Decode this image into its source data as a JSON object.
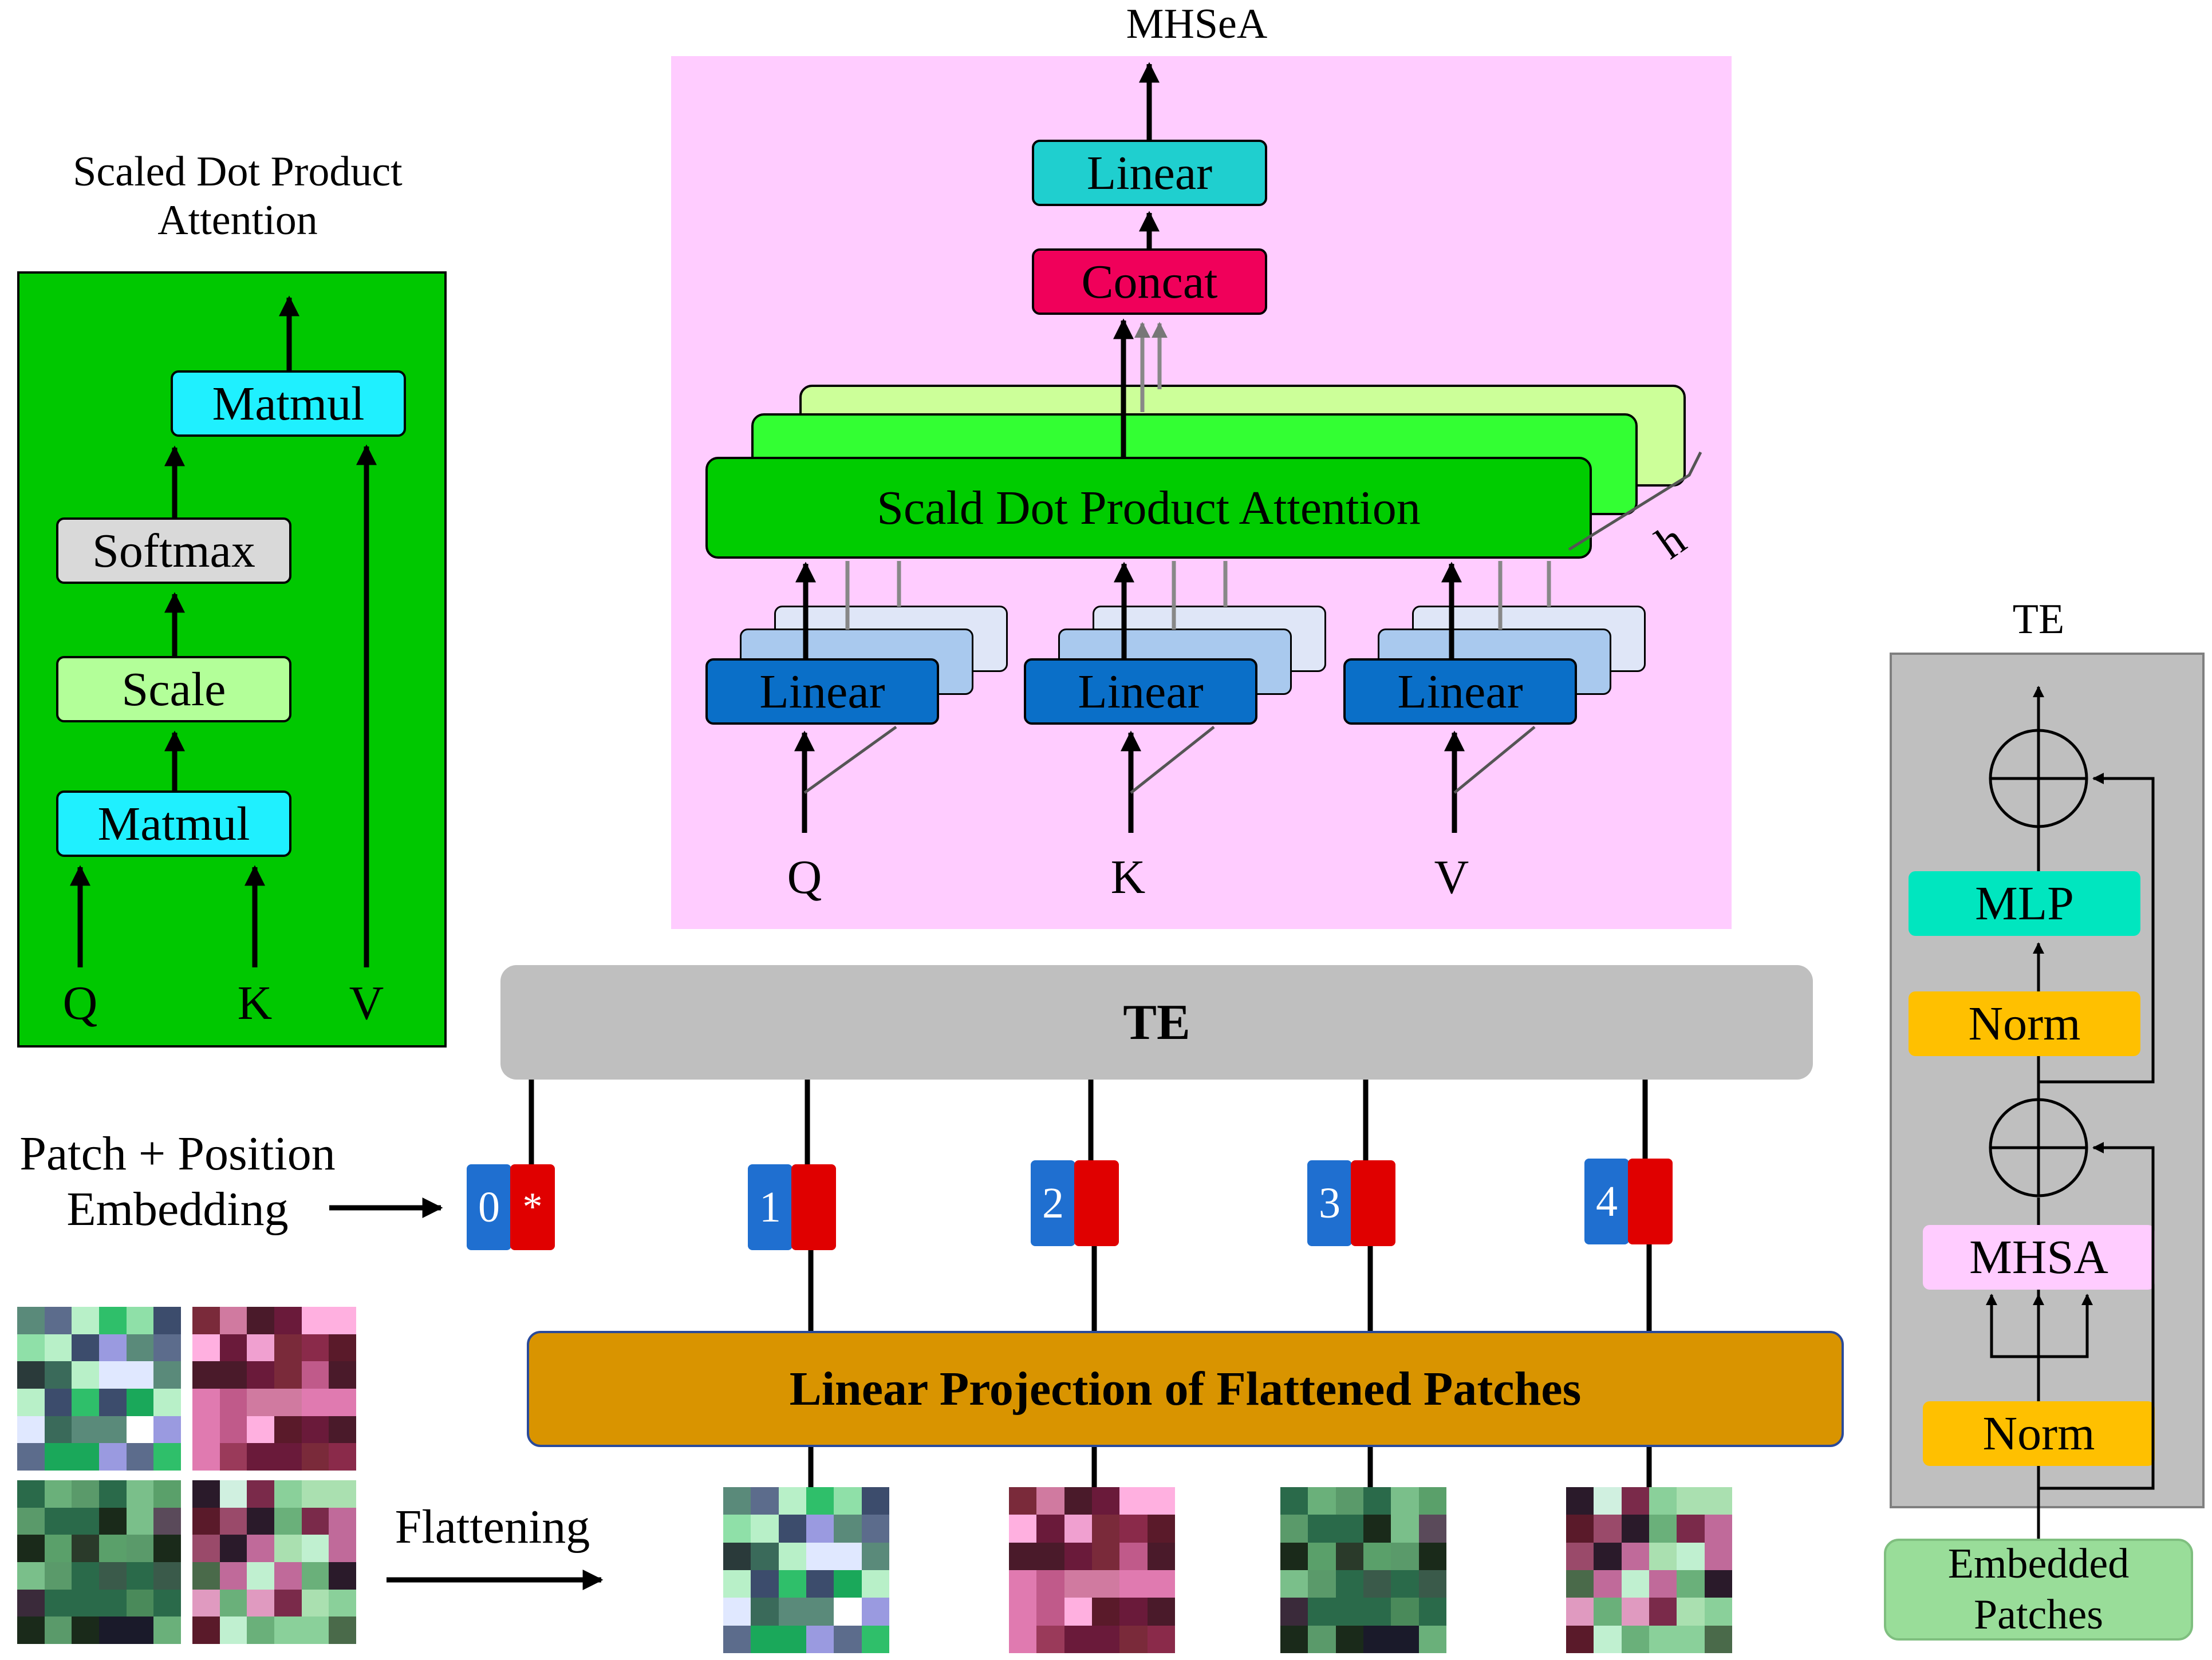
{
  "sdpa": {
    "title_line1": "Scaled Dot Product",
    "title_line2": "Attention",
    "matmul_top": "Matmul",
    "softmax": "Softmax",
    "scale": "Scale",
    "matmul_bottom": "Matmul",
    "q": "Q",
    "k": "K",
    "v": "V"
  },
  "mhsea": {
    "title": "MHSeA",
    "linear_out": "Linear",
    "concat": "Concat",
    "attention": "Scald Dot Product Attention",
    "heads": "h",
    "linear_q": "Linear",
    "linear_k": "Linear",
    "linear_v": "Linear",
    "q": "Q",
    "k": "K",
    "v": "V"
  },
  "te_bar": {
    "label": "TE"
  },
  "embedding": {
    "line1": "Patch + Position",
    "line2": "Embedding",
    "tokens": [
      {
        "pos": "0",
        "extra": "*"
      },
      {
        "pos": "1",
        "extra": ""
      },
      {
        "pos": "2",
        "extra": ""
      },
      {
        "pos": "3",
        "extra": ""
      },
      {
        "pos": "4",
        "extra": ""
      }
    ]
  },
  "projection": {
    "label": "Linear Projection of Flattened Patches"
  },
  "flattening": {
    "label": "Flattening"
  },
  "te_block": {
    "title": "TE",
    "mlp": "MLP",
    "norm_top": "Norm",
    "mhsa": "MHSA",
    "norm_bottom": "Norm",
    "input_line1": "Embedded",
    "input_line2": "Patches"
  },
  "colors": {
    "sdpa_bg": "#00c800",
    "mhsea_bg": "#ffccff",
    "matmul": "#1ff0ff",
    "softmax": "#d9d9d9",
    "scale": "#b3ff99",
    "linear_out": "#1fcfcf",
    "concat": "#f0005a",
    "attention": "#00cc00",
    "linear_blue": "#0a6fc8",
    "te_gray": "#bfbfbf",
    "token_blue": "#1f6fd0",
    "token_red": "#e00000",
    "projection": "#d99400",
    "mlp": "#00e6bf",
    "norm": "#ffc000",
    "mhsa": "#ffccff",
    "embedded": "#99dd99"
  }
}
